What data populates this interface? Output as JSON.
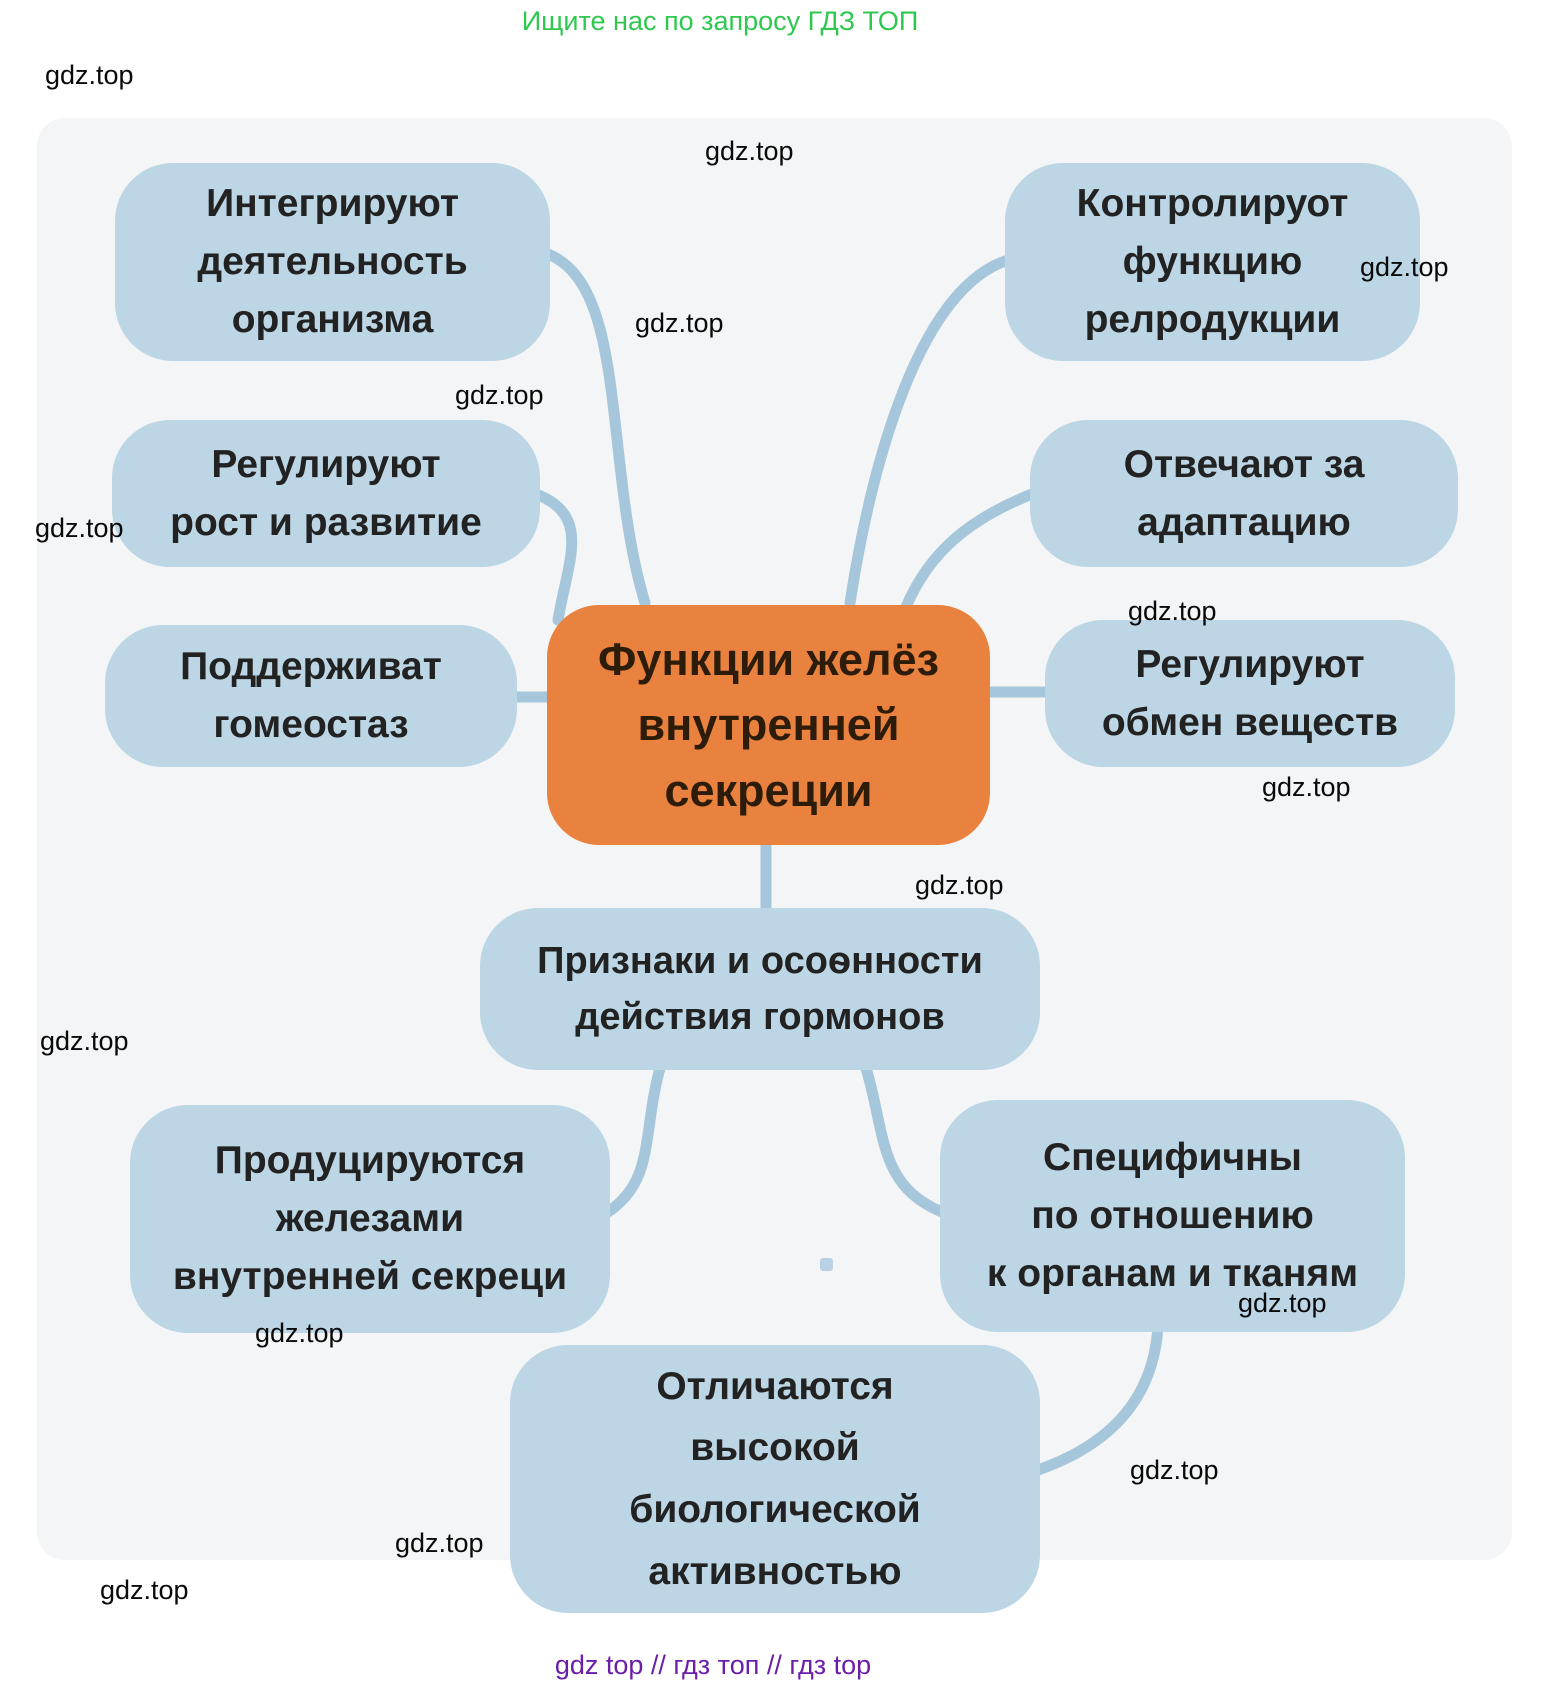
{
  "page": {
    "header_text": "Ищите нас по запросу ГДЗ ТОП",
    "footer_text": "gdz top  //  гдз топ  //  гдз top",
    "watermark_text": "gdz.top"
  },
  "colors": {
    "header_green": "#2fc84f",
    "footer_purple": "#6b1fa8",
    "node_blue": "#bdd6e5",
    "node_text": "#222222",
    "center_orange": "#e8823e",
    "center_text": "#2e1c0b",
    "connector_blue": "#a6c6dc",
    "panel_gray": "#f4f5f6",
    "watermark_black": "#0a0a0a"
  },
  "diagram": {
    "center_node": {
      "text": "Функции желёз\nвнутренней\nсекреции"
    },
    "function_nodes": [
      {
        "id": "integrate-activity",
        "text": "Интегрируют\nдеятельность\nорганизма"
      },
      {
        "id": "control-reproduction",
        "text": "Контролируот\nфункцию\nрелродукции"
      },
      {
        "id": "regulate-growth",
        "text": "Регулируют\nрост и развитие"
      },
      {
        "id": "adaptation",
        "text": "Отвечают за\nадаптацию"
      },
      {
        "id": "homeostasis",
        "text": "Поддерживат\nгомеостаз"
      },
      {
        "id": "metabolism",
        "text": "Регулируют\nобмен веществ"
      }
    ],
    "hormones_node": {
      "text": "Признаки и осоѳнности\nдействия гормонов"
    },
    "hormone_feature_nodes": [
      {
        "id": "produced-by-glands",
        "text": "Продуцируются\nжелезами\nвнутренней секреци"
      },
      {
        "id": "organ-specific",
        "text": "Специфичны\nпо отношению\nк органам и тканям"
      },
      {
        "id": "high-biological-activity",
        "text": "Отличаются\nвысокой\nбиологической\nактивностью"
      }
    ]
  }
}
